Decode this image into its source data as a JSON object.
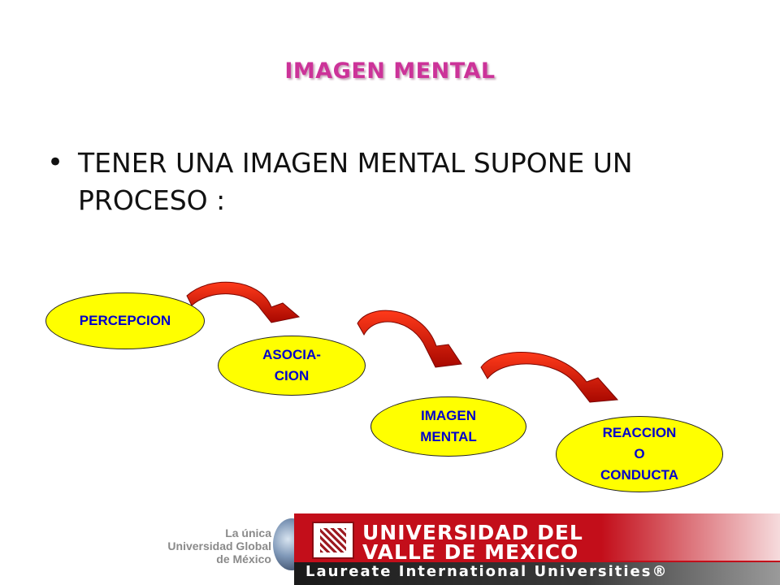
{
  "slide": {
    "title": "IMAGEN MENTAL",
    "bullet": "TENER UNA IMAGEN MENTAL SUPONE UN PROCESO :"
  },
  "process": {
    "steps": [
      {
        "line1": "PERCEPCION",
        "line2": "",
        "line3": ""
      },
      {
        "line1": "ASOCIA-",
        "line2": "CION",
        "line3": ""
      },
      {
        "line1": "IMAGEN",
        "line2": "MENTAL",
        "line3": ""
      },
      {
        "line1": "REACCION",
        "line2": "O",
        "line3": "CONDUCTA"
      }
    ],
    "ellipse_color": "#ffff00",
    "text_color": "#0000cc",
    "arrow_color": "#cc1100"
  },
  "footer": {
    "tagline_1": "La única",
    "tagline_2": "Universidad Global",
    "tagline_3": "de México",
    "university_line1": "UNIVERSIDAD DEL",
    "university_line2": "VALLE DE MEXICO",
    "laureate": "Laureate International Universities®",
    "brand_color": "#c30e1a"
  }
}
